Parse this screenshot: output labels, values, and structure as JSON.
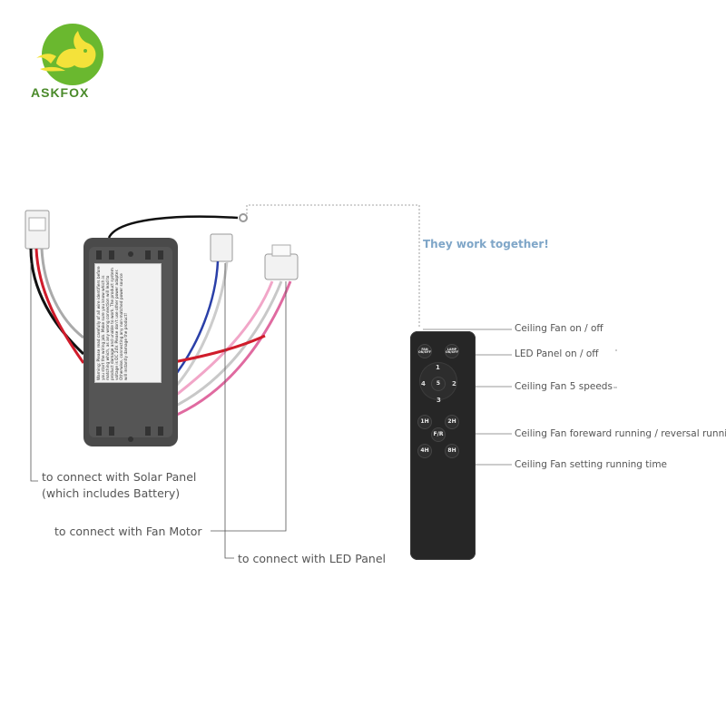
{
  "brand": {
    "name": "ASKFOX"
  },
  "headline": "They work together!",
  "controller": {
    "warning_text": "Warning: Please read carefully of all wire identifiers before you start the wiring job. Make sure you know which is matching which, as any wrong connection will lead to product damage and unable to work. The product system voltage is DC 24V. Please don't use other power adapter. Otherwise, connecting any non-matched power source will instantly damage the product!"
  },
  "remote": {
    "buttons": {
      "fan": "FAN ON/OFF",
      "lamp": "LAMP ON/OFF",
      "n1": "1",
      "n2": "2",
      "n3": "3",
      "n4": "4",
      "n5": "5",
      "h1": "1H",
      "h2": "2H",
      "fr": "F/R",
      "h4": "4H",
      "h8": "8H"
    }
  },
  "callouts": {
    "fan_onoff": "Ceiling Fan on / off",
    "led_onoff": "LED Panel on / off",
    "speeds": "Ceiling Fan 5 speeds",
    "fr": "Ceiling Fan foreward running / reversal running",
    "timer": "Ceiling Fan setting running time"
  },
  "labels": {
    "solar_line1": "to connect with Solar Panel",
    "solar_line2": "(which includes Battery)",
    "motor": "to connect with Fan Motor",
    "led": "to connect with LED Panel"
  },
  "colors": {
    "logo_green": "#6ab82f",
    "logo_yellow": "#f4e23a",
    "device_body": "#4a4a4a",
    "headline_blue": "#7fa6c8"
  }
}
